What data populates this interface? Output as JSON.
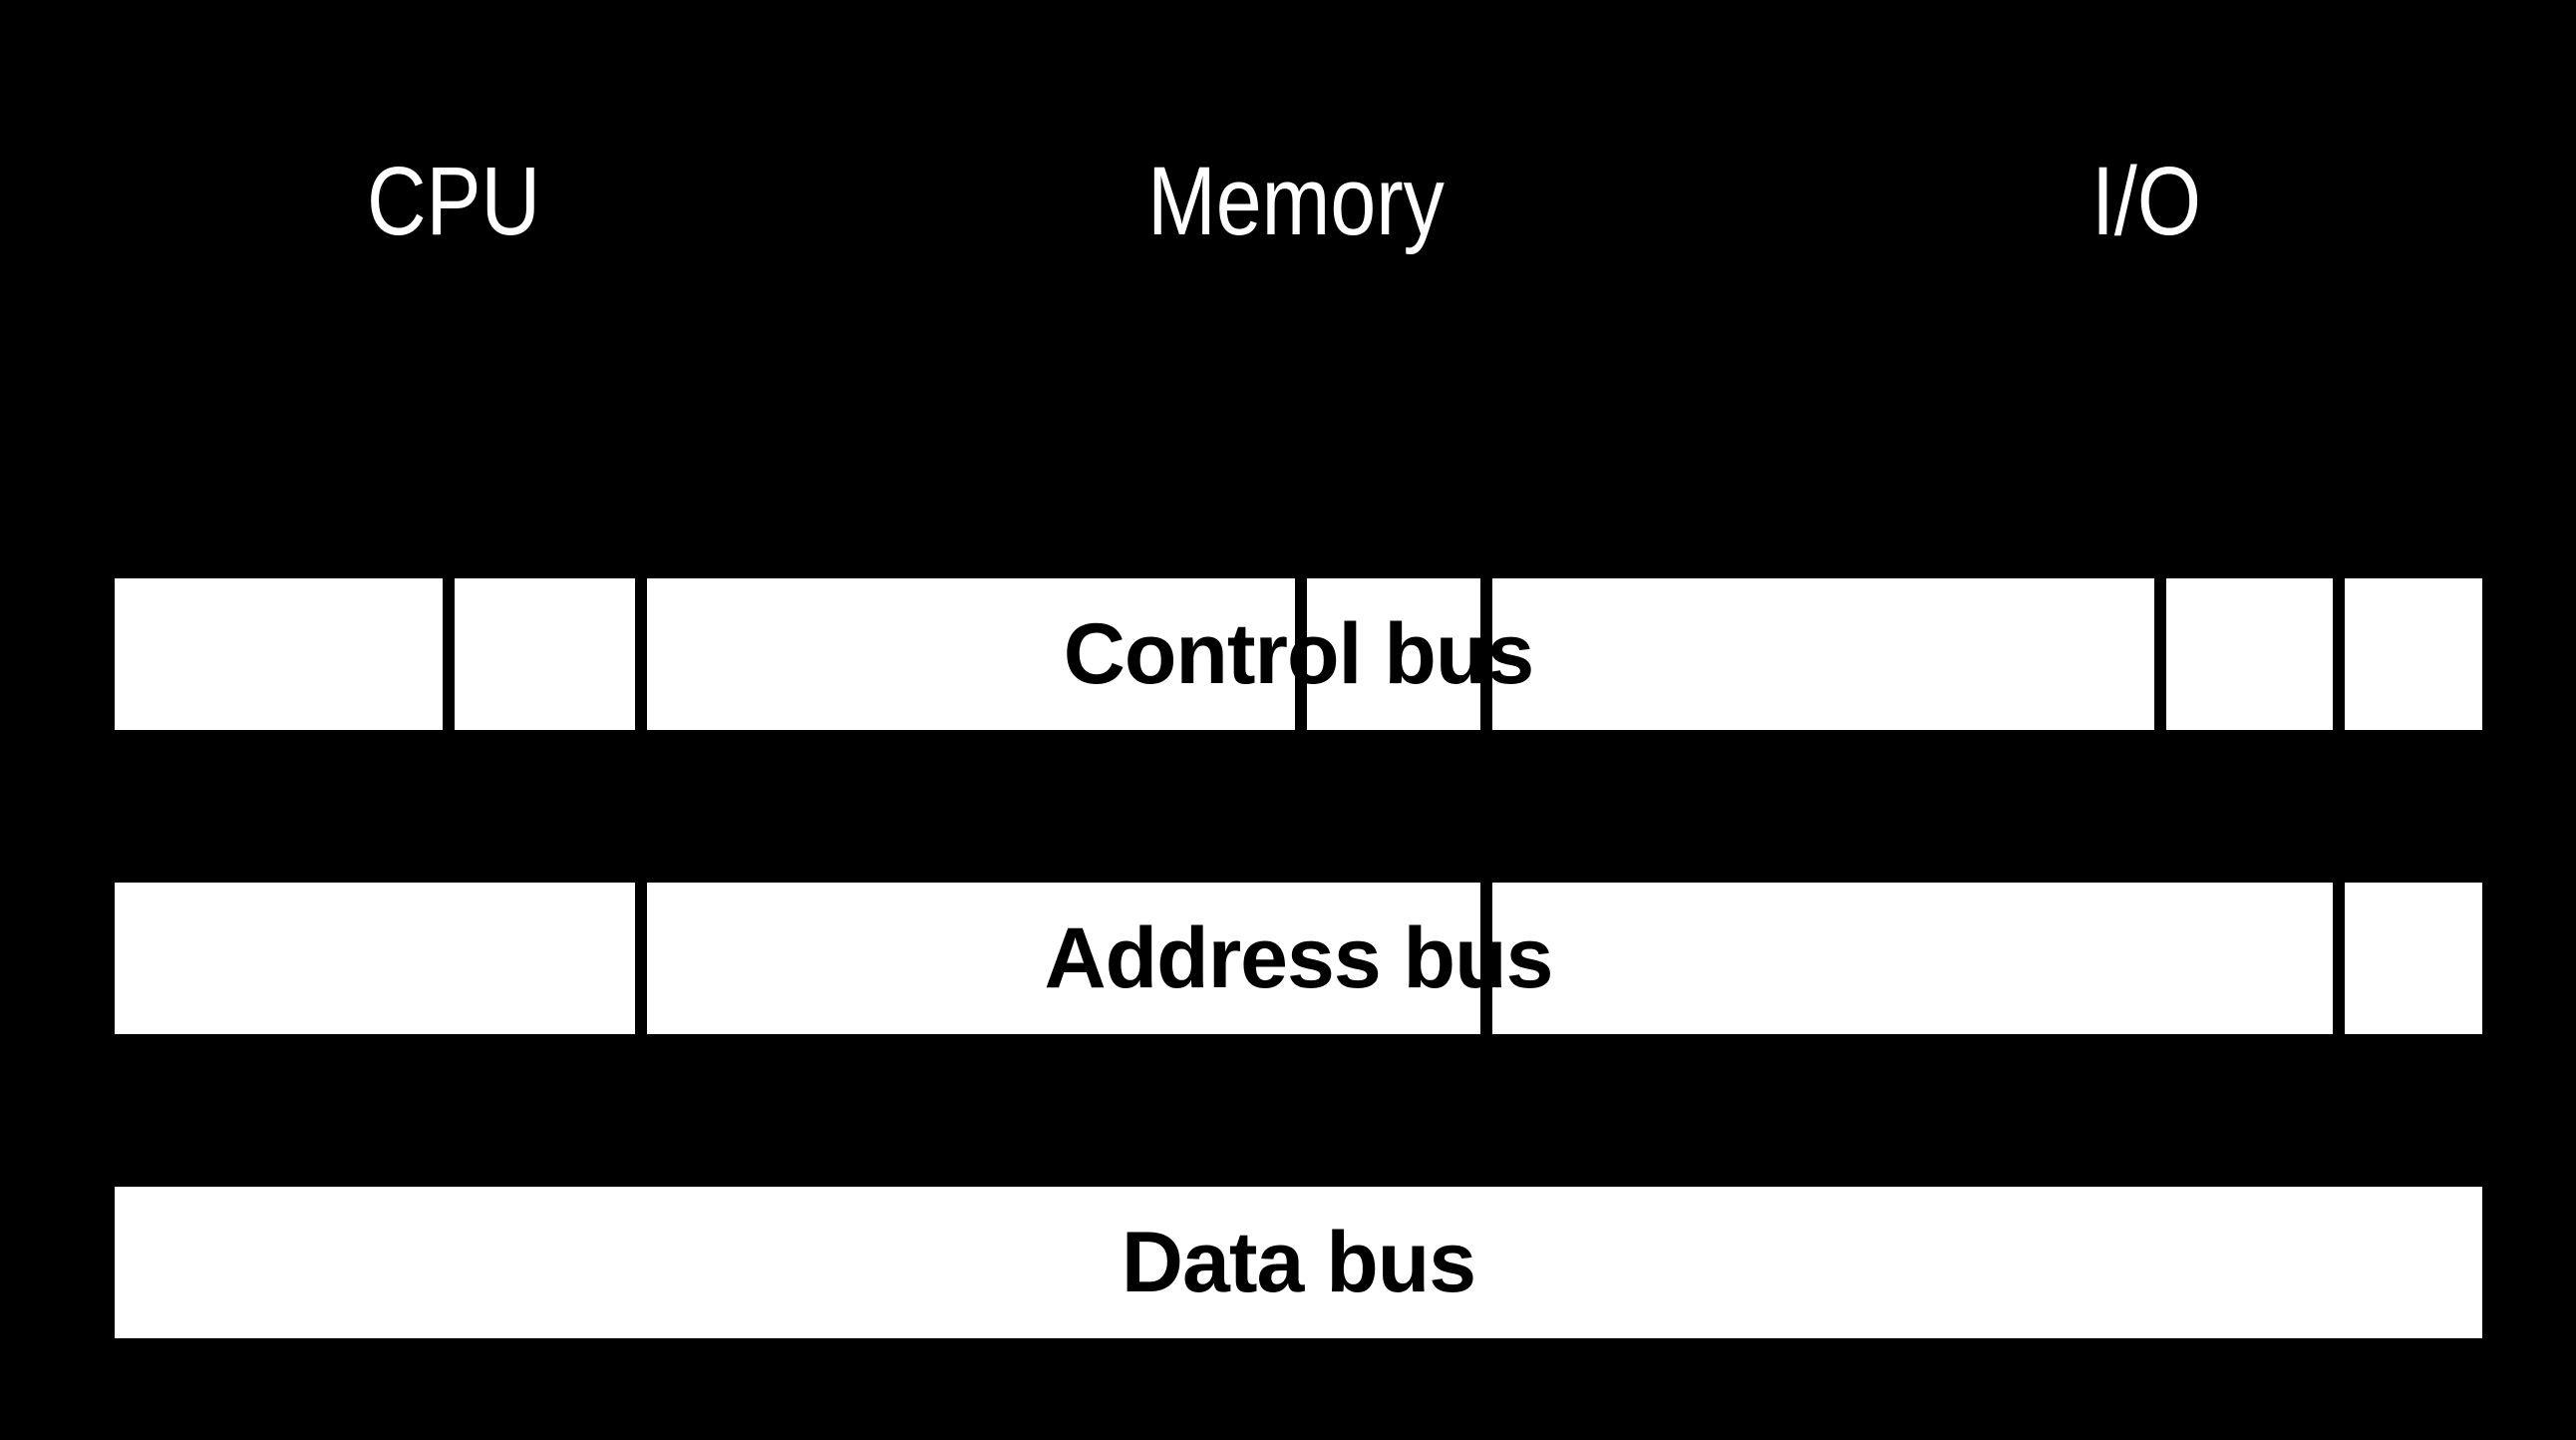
{
  "diagram": {
    "colors": {
      "background": "#000000",
      "bar": "#ffffff",
      "connector_line": "#000000",
      "component_label_text": "#ffffff",
      "bus_label_text": "#000000"
    },
    "components": [
      {
        "id": "cpu",
        "label": "CPU"
      },
      {
        "id": "memory",
        "label": "Memory"
      },
      {
        "id": "io",
        "label": "I/O"
      }
    ],
    "buses": [
      {
        "id": "control",
        "label": "Control bus"
      },
      {
        "id": "address",
        "label": "Address bus"
      },
      {
        "id": "data",
        "label": "Data bus"
      }
    ],
    "connectors": [
      {
        "from": "cpu",
        "to": "address-bus"
      },
      {
        "from": "cpu",
        "to": "data-bus"
      },
      {
        "from": "memory",
        "to": "address-bus"
      },
      {
        "from": "memory",
        "to": "data-bus"
      },
      {
        "from": "io",
        "to": "address-bus"
      },
      {
        "from": "io",
        "to": "data-bus"
      }
    ]
  }
}
